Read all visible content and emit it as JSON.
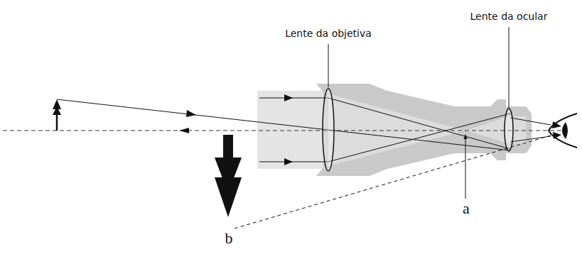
{
  "diagram": {
    "labels": [
      "Lente da objetiva",
      "Lente da ocular",
      "a",
      "b"
    ]
  }
}
